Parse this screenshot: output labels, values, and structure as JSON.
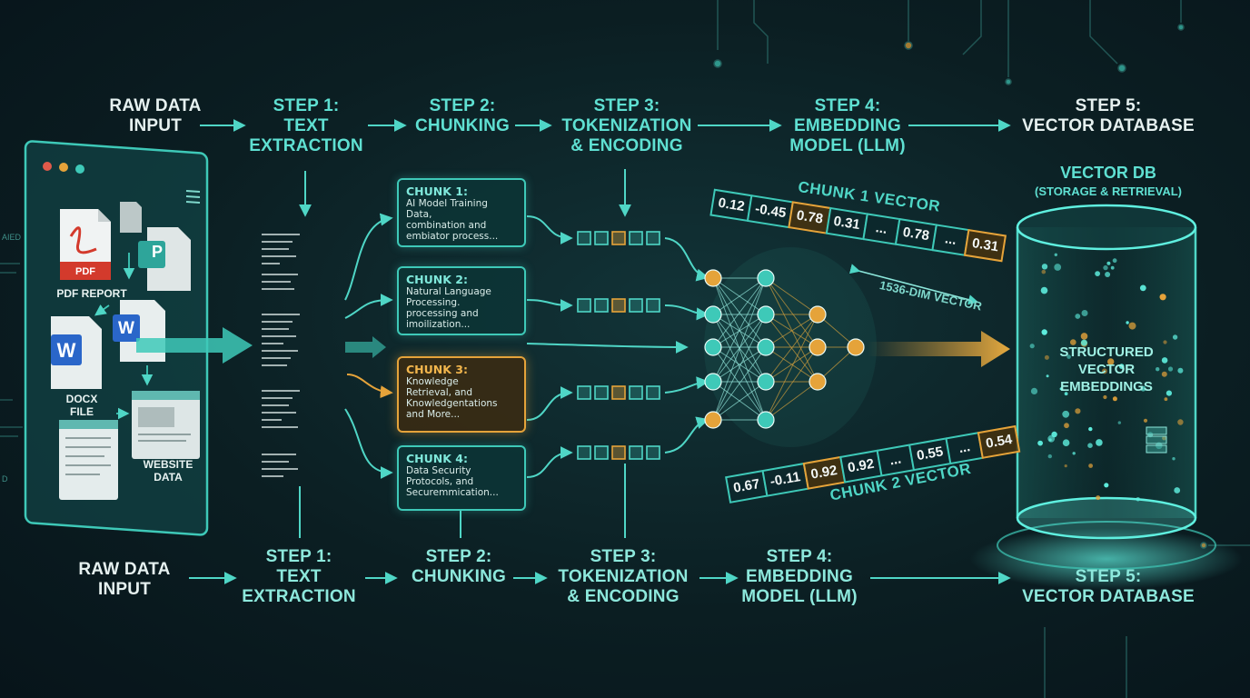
{
  "top_steps": [
    {
      "label": "RAW DATA\nINPUT",
      "style": "white"
    },
    {
      "label": "STEP 1:\nTEXT\nEXTRACTION",
      "style": "teal"
    },
    {
      "label": "STEP 2:\nCHUNKING",
      "style": "teal"
    },
    {
      "label": "STEP 3:\nTOKENIZATION\n& ENCODING",
      "style": "teal"
    },
    {
      "label": "STEP 4:\nEMBEDDING\nMODEL (LLM)",
      "style": "teal"
    },
    {
      "label": "STEP 5:\nVECTOR DATABASE",
      "style": "teal"
    }
  ],
  "bottom_steps": [
    {
      "label": "RAW DATA\nINPUT",
      "style": "white"
    },
    {
      "label": "STEP 1:\nTEXT\nEXTRACTION",
      "style": "teal2"
    },
    {
      "label": "STEP 2:\nCHUNKING",
      "style": "teal2"
    },
    {
      "label": "STEP 3:\nTOKENIZATION\n& ENCODING",
      "style": "teal2"
    },
    {
      "label": "STEP 4:\nEMBEDDING\nMODEL (LLM)",
      "style": "teal2"
    },
    {
      "label": "STEP 5:\nVECTOR DATABASE",
      "style": "teal2"
    }
  ],
  "documents": {
    "pdf_badge": "PDF",
    "pdf_label": "PDF REPORT",
    "docx_label": "DOCX\nFILE",
    "web_label": "WEBSITE\nDATA",
    "word_glyph": "W",
    "ppt_glyph": "P"
  },
  "chunks": [
    {
      "title": "CHUNK 1:",
      "body": "AI Model Training\nData,\ncombination and\nembiator process...",
      "highlight": false
    },
    {
      "title": "CHUNK 2:",
      "body": "Natural Language\nProcessing.\nprocessing and\nimoilization...",
      "highlight": false
    },
    {
      "title": "CHUNK 3:",
      "body": "Knowledge\nRetrieval, and\nKnowledgentations\nand More...",
      "highlight": true
    },
    {
      "title": "CHUNK 4:",
      "body": "Data Security\nProtocols, and\nSecuremmication...",
      "highlight": false
    }
  ],
  "chunk1_vector": {
    "title": "CHUNK 1 VECTOR",
    "values": [
      "0.12",
      "-0.45",
      "0.78",
      "0.31",
      "...",
      "0.78",
      "...",
      "0.31"
    ],
    "gold": [
      false,
      false,
      true,
      false,
      false,
      false,
      false,
      true
    ]
  },
  "chunk2_vector": {
    "title": "CHUNK 2 VECTOR",
    "values": [
      "0.67",
      "-0.11",
      "0.92",
      "0.92",
      "...",
      "0.55",
      "...",
      "0.54"
    ],
    "gold": [
      false,
      false,
      true,
      false,
      false,
      false,
      false,
      true
    ]
  },
  "dim_label": "1536-DIM VECTOR",
  "database": {
    "title": "VECTOR DB",
    "subtitle": "(STORAGE & RETRIEVAL)",
    "inner": "STRUCTURED\nVECTOR\nEMBEDDINGS"
  },
  "side_text": [
    "AIED",
    "D"
  ],
  "colors": {
    "teal": "#3ec9b8",
    "gold": "#e5a33a",
    "text_teal": "#5fe0d2",
    "background": "#0b1e22"
  }
}
